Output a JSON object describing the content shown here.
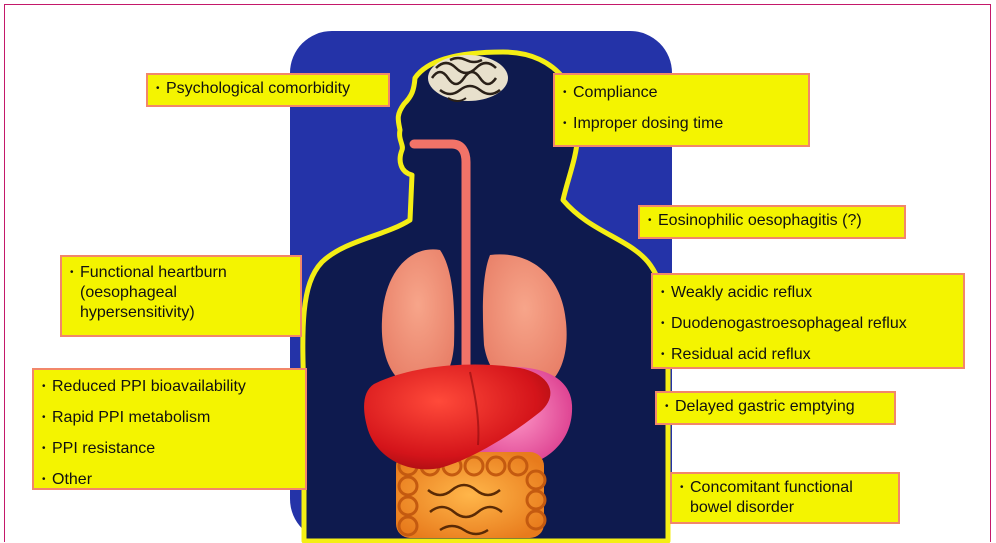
{
  "labels": {
    "psychological": [
      "Psychological comorbidity"
    ],
    "compliance": [
      "Compliance",
      "Improper dosing time"
    ],
    "eosinophilic": [
      "Eosinophilic oesophagitis (?)"
    ],
    "functional_heartburn": [
      "Functional heartburn (oesophageal hypersensitivity)"
    ],
    "reflux": [
      "Weakly acidic reflux",
      "Duodenogastroesophageal reflux",
      "Residual acid reflux"
    ],
    "ppi": [
      "Reduced PPI bioavailability",
      "Rapid PPI metabolism",
      "PPI resistance",
      "Other"
    ],
    "gastric": [
      "Delayed gastric emptying"
    ],
    "bowel": [
      "Concomitant functional bowel disorder"
    ]
  },
  "colors": {
    "background_panel": "#2433a8",
    "body_silhouette": "#0e1a4e",
    "body_outline": "#f4ee14",
    "label_fill": "#f4f400",
    "label_border": "#f2876a",
    "frame": "#c4186a"
  }
}
